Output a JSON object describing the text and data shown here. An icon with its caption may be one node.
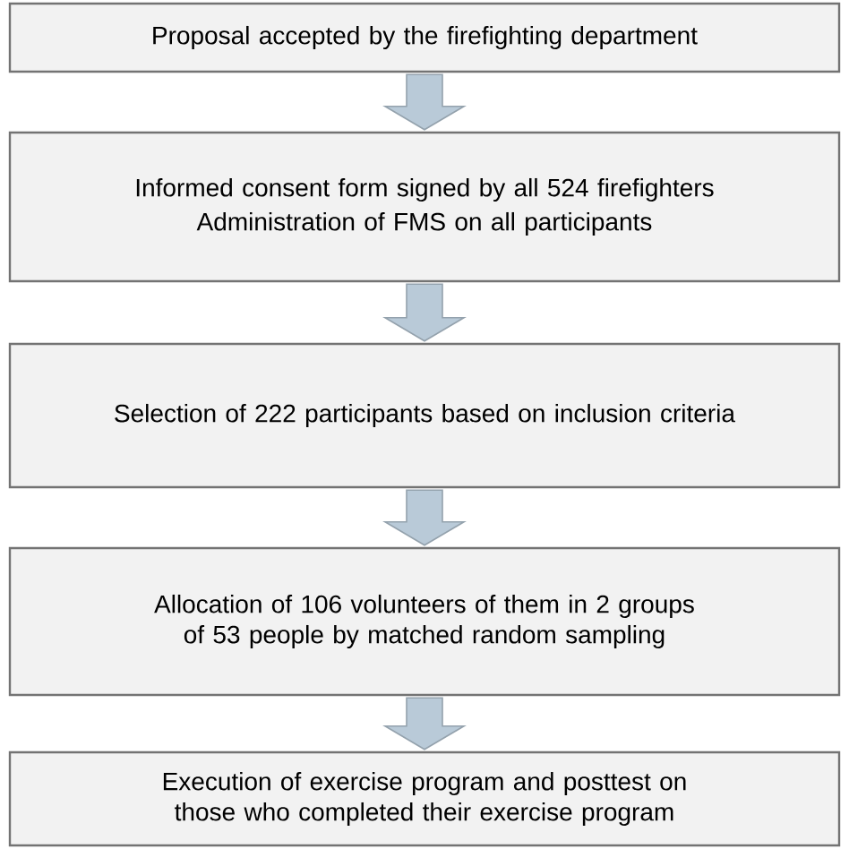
{
  "diagram": {
    "nodes": [
      {
        "text": [
          "Proposal accepted by the firefighting department"
        ]
      },
      {
        "text": [
          "Informed consent form signed by all 524 firefighters",
          "Administration of FMS on all participants"
        ]
      },
      {
        "text": [
          "Selection of 222 participants based on inclusion criteria"
        ]
      },
      {
        "text": [
          "Allocation of 106 volunteers of them in 2 groups of 53 people by matched random sampling"
        ]
      },
      {
        "text": [
          "Execution of exercise program and posttest on those who completed their exercise program"
        ]
      }
    ],
    "edges": [
      {
        "from": 0,
        "to": 1,
        "arrow": "to"
      },
      {
        "from": 1,
        "to": 2,
        "arrow": "to"
      },
      {
        "from": 2,
        "to": 3,
        "arrow": "to"
      },
      {
        "from": 3,
        "to": 4,
        "arrow": "to"
      }
    ]
  }
}
